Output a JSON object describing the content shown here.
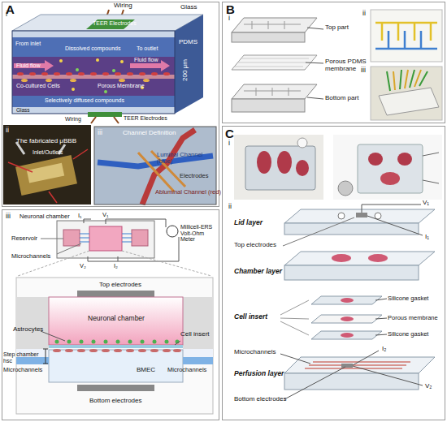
{
  "diagram": {
    "nodes": [
      {
        "text": [
          "A"
        ]
      },
      {
        "text": [
          "Channel Definition",
          "Luminal Channel (blue)",
          "Electrodes",
          "Abluminal Channel (red)"
        ],
        "in": 0
      },
      {
        "text": [
          "B"
        ]
      },
      {
        "text": [
          "C"
        ]
      },
      {
        "text": [
          "iii"
        ]
      }
    ],
    "labels": [
      "i",
      "Wiring",
      "TEER Electrodes",
      "Glass",
      "PDMS",
      "200 μm",
      "From inlet",
      "Dissolved compounds",
      "Fluid flow",
      "Fluid flow",
      "To outlet",
      "Co-cultured Cells",
      "Porous Membrane",
      "Selectively diffused compounds",
      "Glass",
      "TEER Electrodes",
      "Wiring",
      "ii",
      "The fabricated μBBB",
      "Inlet/Outlets",
      "iii",
      "i",
      "Top part",
      "Porous PDMS membrane",
      "Bottom part",
      "ii",
      "iii",
      "i",
      "ii",
      "Lid layer",
      "V₁",
      "I₁",
      "Top electrodes",
      "Chamber layer",
      "Cell insert",
      "Silicone gasket",
      "Porous membrane",
      "Silicone gasket",
      "Microchannels",
      "I₂",
      "V₂",
      "Perfusion layer",
      "Bottom electrodes",
      "Neuronal chamber",
      "V₁",
      "I₁",
      "Reservoir",
      "Microchannels",
      "Millicell-ERS Volt-Ohm Meter",
      "V₂",
      "I₂",
      "Top electrodes",
      "Neuronal chamber",
      "Astrocytes",
      "Step chamber hsc",
      "Cell insert",
      "BMEC",
      "Microchannels",
      "Microchannels",
      "Bottom electrodes"
    ]
  }
}
